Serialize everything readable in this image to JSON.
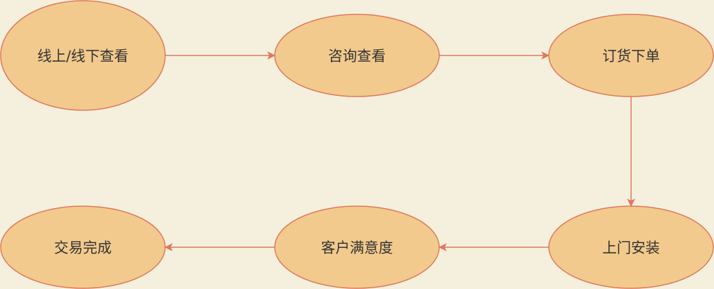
{
  "colors": {
    "background": "#f4f0dd",
    "node_fill": "#f2ca8d",
    "node_stroke": "#e0775b",
    "edge_stroke": "#e0775b",
    "text": "#333333"
  },
  "nodes": [
    {
      "id": "view",
      "label": "线上/线下查看"
    },
    {
      "id": "consult",
      "label": "咨询查看"
    },
    {
      "id": "order",
      "label": "订货下单"
    },
    {
      "id": "install",
      "label": "上门安装"
    },
    {
      "id": "satisfaction",
      "label": "客户满意度"
    },
    {
      "id": "done",
      "label": "交易完成"
    }
  ],
  "edges": [
    {
      "from": "view",
      "to": "consult"
    },
    {
      "from": "consult",
      "to": "order"
    },
    {
      "from": "order",
      "to": "install"
    },
    {
      "from": "install",
      "to": "satisfaction"
    },
    {
      "from": "satisfaction",
      "to": "done"
    }
  ]
}
